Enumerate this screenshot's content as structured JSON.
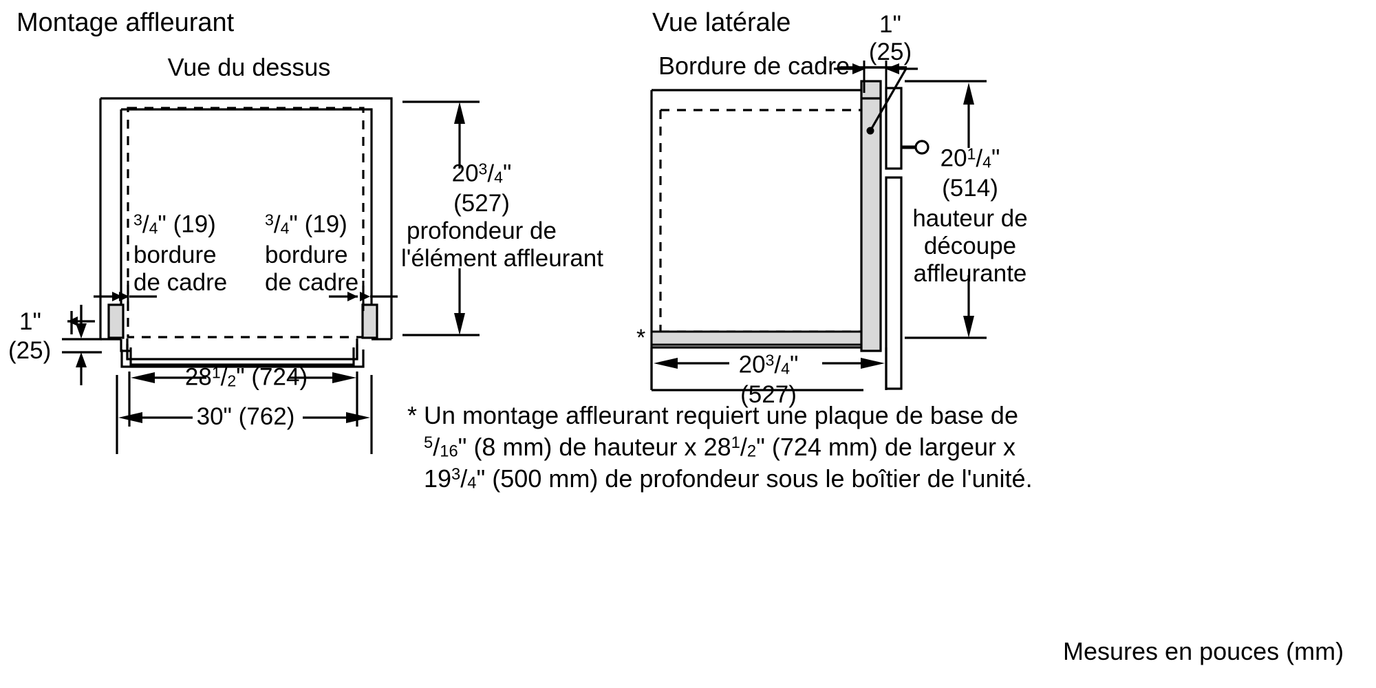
{
  "diagram": {
    "left_view": {
      "title": "Montage affleurant",
      "subtitle": "Vue du dessus",
      "labels": {
        "trim_left_whole": "",
        "trim_left_num": "3",
        "trim_left_den": "4",
        "trim_left_unit": "\" (19)",
        "trim_left_line2": "bordure",
        "trim_left_line3": "de cadre",
        "trim_right_num": "3",
        "trim_right_den": "4",
        "trim_right_unit": "\" (19)",
        "trim_right_line2": "bordure",
        "trim_right_line3": "de cadre",
        "one_inch": "1\"",
        "one_inch_mm": "(25)",
        "depth_whole": "20",
        "depth_num": "3",
        "depth_den": "4",
        "depth_unit": "\"",
        "depth_mm": "(527)",
        "depth_line3": "profondeur de",
        "depth_line4": "l'élément affleurant",
        "width_inner_whole": "28",
        "width_inner_num": "1",
        "width_inner_den": "2",
        "width_inner_unit": "\" (724)",
        "width_outer": "30\" (762)"
      }
    },
    "right_view": {
      "title": "Vue latérale",
      "labels": {
        "frame_trim": "Bordure de cadre",
        "top_one_inch": "1\"",
        "top_one_inch_mm": "(25)",
        "height_whole": "20",
        "height_num": "1",
        "height_den": "4",
        "height_unit": "\"",
        "height_mm": "(514)",
        "height_line3": "hauteur de",
        "height_line4": "découpe",
        "height_line5": "affleurante",
        "depth_whole": "20",
        "depth_num": "3",
        "depth_den": "4",
        "depth_unit": "\"",
        "depth_mm": "(527)",
        "asterisk": "*"
      }
    },
    "footnote": {
      "marker": "*",
      "line1": "Un montage affleurant requiert une plaque de base de",
      "line2a_num": "5",
      "line2a_den": "16",
      "line2b": "\" (8 mm) de hauteur x ",
      "line2c_whole": "28",
      "line2c_num": "1",
      "line2c_den": "2",
      "line2d": "\" (724 mm) de largeur x",
      "line3a_whole": "19",
      "line3a_num": "3",
      "line3a_den": "4",
      "line3b": "\" (500 mm) de profondeur sous le boîtier de l'unité."
    },
    "footer": {
      "units_note": "Mesures en pouces (mm)"
    },
    "colors": {
      "stroke": "#000000",
      "fill_gray": "#d9d9d9",
      "background": "#ffffff"
    }
  }
}
